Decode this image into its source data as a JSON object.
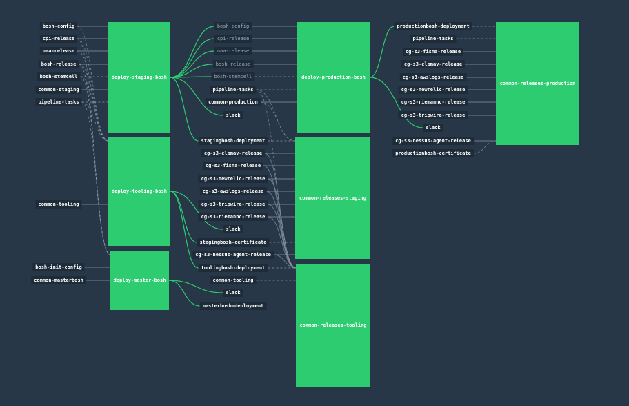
{
  "pipeline": {
    "jobs": [
      {
        "id": "deploy-staging-bosh",
        "label": "deploy-staging-bosh"
      },
      {
        "id": "deploy-tooling-bosh",
        "label": "deploy-tooling-bosh"
      },
      {
        "id": "deploy-master-bosh",
        "label": "deploy-master-bosh"
      },
      {
        "id": "deploy-production-bosh",
        "label": "deploy-production-bosh"
      },
      {
        "id": "common-releases-staging",
        "label": "common-releases-staging"
      },
      {
        "id": "common-releases-tooling",
        "label": "common-releases-tooling"
      },
      {
        "id": "common-releases-production",
        "label": "common-releases-production"
      }
    ],
    "resources": [
      {
        "id": "r1",
        "label": "bosh-config"
      },
      {
        "id": "r2",
        "label": "cpi-release"
      },
      {
        "id": "r3",
        "label": "uaa-release"
      },
      {
        "id": "r4",
        "label": "bosh-release"
      },
      {
        "id": "r5",
        "label": "bosh-stemcell"
      },
      {
        "id": "r6",
        "label": "common-staging"
      },
      {
        "id": "r7",
        "label": "pipeline-tasks"
      },
      {
        "id": "r8",
        "label": "common-tooling"
      },
      {
        "id": "r9",
        "label": "bosh-init-config"
      },
      {
        "id": "r10",
        "label": "common-masterbosh"
      },
      {
        "id": "m1",
        "label": "bosh-config"
      },
      {
        "id": "m2",
        "label": "cpi-release"
      },
      {
        "id": "m3",
        "label": "uaa-release"
      },
      {
        "id": "m4",
        "label": "bosh-release"
      },
      {
        "id": "m5",
        "label": "bosh-stemcell"
      },
      {
        "id": "m6",
        "label": "pipeline-tasks"
      },
      {
        "id": "m7",
        "label": "common-production"
      },
      {
        "id": "m8",
        "label": "slack"
      },
      {
        "id": "m9",
        "label": "stagingbosh-deployment"
      },
      {
        "id": "m10",
        "label": "cg-s3-clamav-release"
      },
      {
        "id": "m11",
        "label": "cg-s3-fisma-release"
      },
      {
        "id": "m12",
        "label": "cg-s3-newrelic-release"
      },
      {
        "id": "m13",
        "label": "cg-s3-awslogs-release"
      },
      {
        "id": "m14",
        "label": "cg-s3-tripwire-release"
      },
      {
        "id": "m15",
        "label": "cg-s3-riemannc-release"
      },
      {
        "id": "m16",
        "label": "slack"
      },
      {
        "id": "m17",
        "label": "stagingbosh-certificate"
      },
      {
        "id": "m18",
        "label": "cg-s3-nessus-agent-release"
      },
      {
        "id": "m19",
        "label": "toolingbosh-deployment"
      },
      {
        "id": "m20",
        "label": "common-tooling"
      },
      {
        "id": "m21",
        "label": "slack"
      },
      {
        "id": "m22",
        "label": "masterbosh-deployment"
      },
      {
        "id": "p1",
        "label": "productionbosh-deployment"
      },
      {
        "id": "p2",
        "label": "pipeline-tasks"
      },
      {
        "id": "p3",
        "label": "cg-s3-fisma-release"
      },
      {
        "id": "p4",
        "label": "cg-s3-clamav-release"
      },
      {
        "id": "p5",
        "label": "cg-s3-awslogs-release"
      },
      {
        "id": "p6",
        "label": "cg-s3-newrelic-release"
      },
      {
        "id": "p7",
        "label": "cg-s3-riemannc-release"
      },
      {
        "id": "p8",
        "label": "cg-s3-tripwire-release"
      },
      {
        "id": "p9",
        "label": "slack"
      },
      {
        "id": "p10",
        "label": "cg-s3-nessus-agent-release"
      },
      {
        "id": "p11",
        "label": "productionbosh-certificate"
      }
    ],
    "edges": [
      {
        "from": "r1",
        "to": "deploy-staging-bosh",
        "style": "gray"
      },
      {
        "from": "r2",
        "to": "deploy-staging-bosh",
        "style": "gray"
      },
      {
        "from": "r3",
        "to": "deploy-staging-bosh",
        "style": "gray"
      },
      {
        "from": "r4",
        "to": "deploy-staging-bosh",
        "style": "gray"
      },
      {
        "from": "r5",
        "to": "deploy-staging-bosh",
        "style": "dashed"
      },
      {
        "from": "r6",
        "to": "deploy-staging-bosh",
        "style": "gray"
      },
      {
        "from": "r7",
        "to": "deploy-staging-bosh",
        "style": "dashed"
      },
      {
        "from": "r1",
        "to": "deploy-tooling-bosh",
        "style": "dashed"
      },
      {
        "from": "r2",
        "to": "deploy-tooling-bosh",
        "style": "dashed"
      },
      {
        "from": "r3",
        "to": "deploy-tooling-bosh",
        "style": "dashed"
      },
      {
        "from": "r4",
        "to": "deploy-tooling-bosh",
        "style": "dashed"
      },
      {
        "from": "r5",
        "to": "deploy-tooling-bosh",
        "style": "dashed"
      },
      {
        "from": "r7",
        "to": "deploy-tooling-bosh",
        "style": "dashed"
      },
      {
        "from": "r8",
        "to": "deploy-tooling-bosh",
        "style": "gray"
      },
      {
        "from": "r2",
        "to": "deploy-master-bosh",
        "style": "dashed"
      },
      {
        "from": "r4",
        "to": "deploy-master-bosh",
        "style": "dashed"
      },
      {
        "from": "r5",
        "to": "deploy-master-bosh",
        "style": "dashed"
      },
      {
        "from": "r7",
        "to": "deploy-master-bosh",
        "style": "dashed"
      },
      {
        "from": "r9",
        "to": "deploy-master-bosh",
        "style": "gray"
      },
      {
        "from": "r10",
        "to": "deploy-master-bosh",
        "style": "gray"
      },
      {
        "from": "deploy-staging-bosh",
        "to": "m1",
        "style": "green"
      },
      {
        "from": "deploy-staging-bosh",
        "to": "m2",
        "style": "green"
      },
      {
        "from": "deploy-staging-bosh",
        "to": "m3",
        "style": "green"
      },
      {
        "from": "deploy-staging-bosh",
        "to": "m4",
        "style": "green"
      },
      {
        "from": "deploy-staging-bosh",
        "to": "m5",
        "style": "green"
      },
      {
        "from": "deploy-staging-bosh",
        "to": "m8",
        "style": "green"
      },
      {
        "from": "deploy-staging-bosh",
        "to": "m9",
        "style": "green"
      },
      {
        "from": "deploy-tooling-bosh",
        "to": "m16",
        "style": "green"
      },
      {
        "from": "deploy-tooling-bosh",
        "to": "m17",
        "style": "green"
      },
      {
        "from": "deploy-tooling-bosh",
        "to": "m19",
        "style": "green"
      },
      {
        "from": "deploy-master-bosh",
        "to": "m21",
        "style": "green"
      },
      {
        "from": "deploy-master-bosh",
        "to": "m22",
        "style": "green"
      },
      {
        "from": "m1",
        "to": "deploy-production-bosh",
        "style": "gray"
      },
      {
        "from": "m2",
        "to": "deploy-production-bosh",
        "style": "gray"
      },
      {
        "from": "m3",
        "to": "deploy-production-bosh",
        "style": "gray"
      },
      {
        "from": "m4",
        "to": "deploy-production-bosh",
        "style": "gray"
      },
      {
        "from": "m5",
        "to": "deploy-production-bosh",
        "style": "dashed"
      },
      {
        "from": "m6",
        "to": "deploy-production-bosh",
        "style": "dashed"
      },
      {
        "from": "m7",
        "to": "deploy-production-bosh",
        "style": "gray"
      },
      {
        "from": "m6",
        "to": "common-releases-staging",
        "style": "dashed"
      },
      {
        "from": "m7",
        "to": "common-releases-staging",
        "style": "dashed"
      },
      {
        "from": "m9",
        "to": "common-releases-staging",
        "style": "dashed"
      },
      {
        "from": "m10",
        "to": "common-releases-staging",
        "style": "gray"
      },
      {
        "from": "m11",
        "to": "common-releases-staging",
        "style": "gray"
      },
      {
        "from": "m12",
        "to": "common-releases-staging",
        "style": "gray"
      },
      {
        "from": "m13",
        "to": "common-releases-staging",
        "style": "gray"
      },
      {
        "from": "m14",
        "to": "common-releases-staging",
        "style": "gray"
      },
      {
        "from": "m15",
        "to": "common-releases-staging",
        "style": "gray"
      },
      {
        "from": "m17",
        "to": "common-releases-staging",
        "style": "dashed"
      },
      {
        "from": "m18",
        "to": "common-releases-staging",
        "style": "gray"
      },
      {
        "from": "m6",
        "to": "common-releases-tooling",
        "style": "dashed"
      },
      {
        "from": "m10",
        "to": "common-releases-tooling",
        "style": "gray"
      },
      {
        "from": "m11",
        "to": "common-releases-tooling",
        "style": "gray"
      },
      {
        "from": "m12",
        "to": "common-releases-tooling",
        "style": "gray"
      },
      {
        "from": "m13",
        "to": "common-releases-tooling",
        "style": "gray"
      },
      {
        "from": "m14",
        "to": "common-releases-tooling",
        "style": "gray"
      },
      {
        "from": "m15",
        "to": "common-releases-tooling",
        "style": "gray"
      },
      {
        "from": "m18",
        "to": "common-releases-tooling",
        "style": "gray"
      },
      {
        "from": "m19",
        "to": "common-releases-tooling",
        "style": "dashed"
      },
      {
        "from": "m20",
        "to": "common-releases-tooling",
        "style": "dashed"
      },
      {
        "from": "deploy-production-bosh",
        "to": "p1",
        "style": "green"
      },
      {
        "from": "deploy-production-bosh",
        "to": "p9",
        "style": "green"
      },
      {
        "from": "p1",
        "to": "common-releases-production",
        "style": "dashed"
      },
      {
        "from": "p2",
        "to": "common-releases-production",
        "style": "dashed"
      },
      {
        "from": "p3",
        "to": "common-releases-production",
        "style": "gray"
      },
      {
        "from": "p4",
        "to": "common-releases-production",
        "style": "gray"
      },
      {
        "from": "p5",
        "to": "common-releases-production",
        "style": "gray"
      },
      {
        "from": "p6",
        "to": "common-releases-production",
        "style": "gray"
      },
      {
        "from": "p7",
        "to": "common-releases-production",
        "style": "gray"
      },
      {
        "from": "p8",
        "to": "common-releases-production",
        "style": "gray"
      },
      {
        "from": "p10",
        "to": "common-releases-production",
        "style": "gray"
      },
      {
        "from": "p11",
        "to": "common-releases-production",
        "style": "dashed"
      }
    ]
  },
  "colors": {
    "background": "#273747",
    "job": "#2ecc71",
    "job_text": "#ffffff",
    "resource_bg": "#1e2b38",
    "resource_text": "#ffffff",
    "resource_text_dim": "#9aa7b4",
    "edge_green": "#2ecc71",
    "edge_gray": "#8a97a5"
  }
}
